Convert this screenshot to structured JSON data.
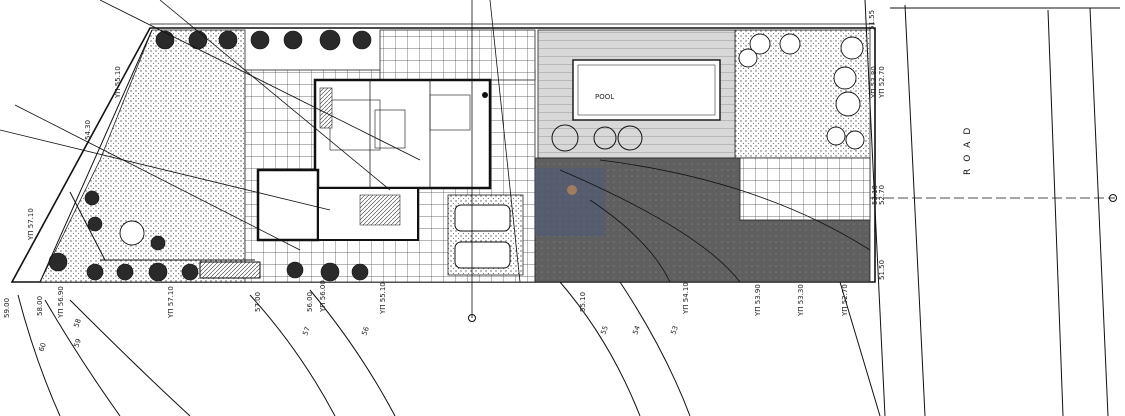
{
  "road_label": "ROAD",
  "pool_label": "POOL",
  "colors": {
    "line": "#1a1a1a",
    "paving": "#444444",
    "garden_dot": "#555555",
    "dark_zone": "#5a5a5a",
    "watermark": "#4b5a7a"
  },
  "level_labels": [
    "YΠ 57.10",
    "YΠ 56.90",
    "YΠ 56.00",
    "YΠ 55.10",
    "YΠ 54.10",
    "YΠ 53.90",
    "YΠ 53.30",
    "YΠ 52.70",
    "YΠ 57.10",
    "YΠ 55.10",
    "YΠ 53.80",
    "YΠ 52.70",
    "57.00",
    "56.00",
    "55.10",
    "54.30",
    "59.00",
    "58.00",
    "51.55",
    "51.50",
    "53.10",
    "52.70"
  ],
  "contour_labels": [
    "60",
    "59",
    "58",
    "57",
    "56",
    "55",
    "54",
    "53"
  ]
}
